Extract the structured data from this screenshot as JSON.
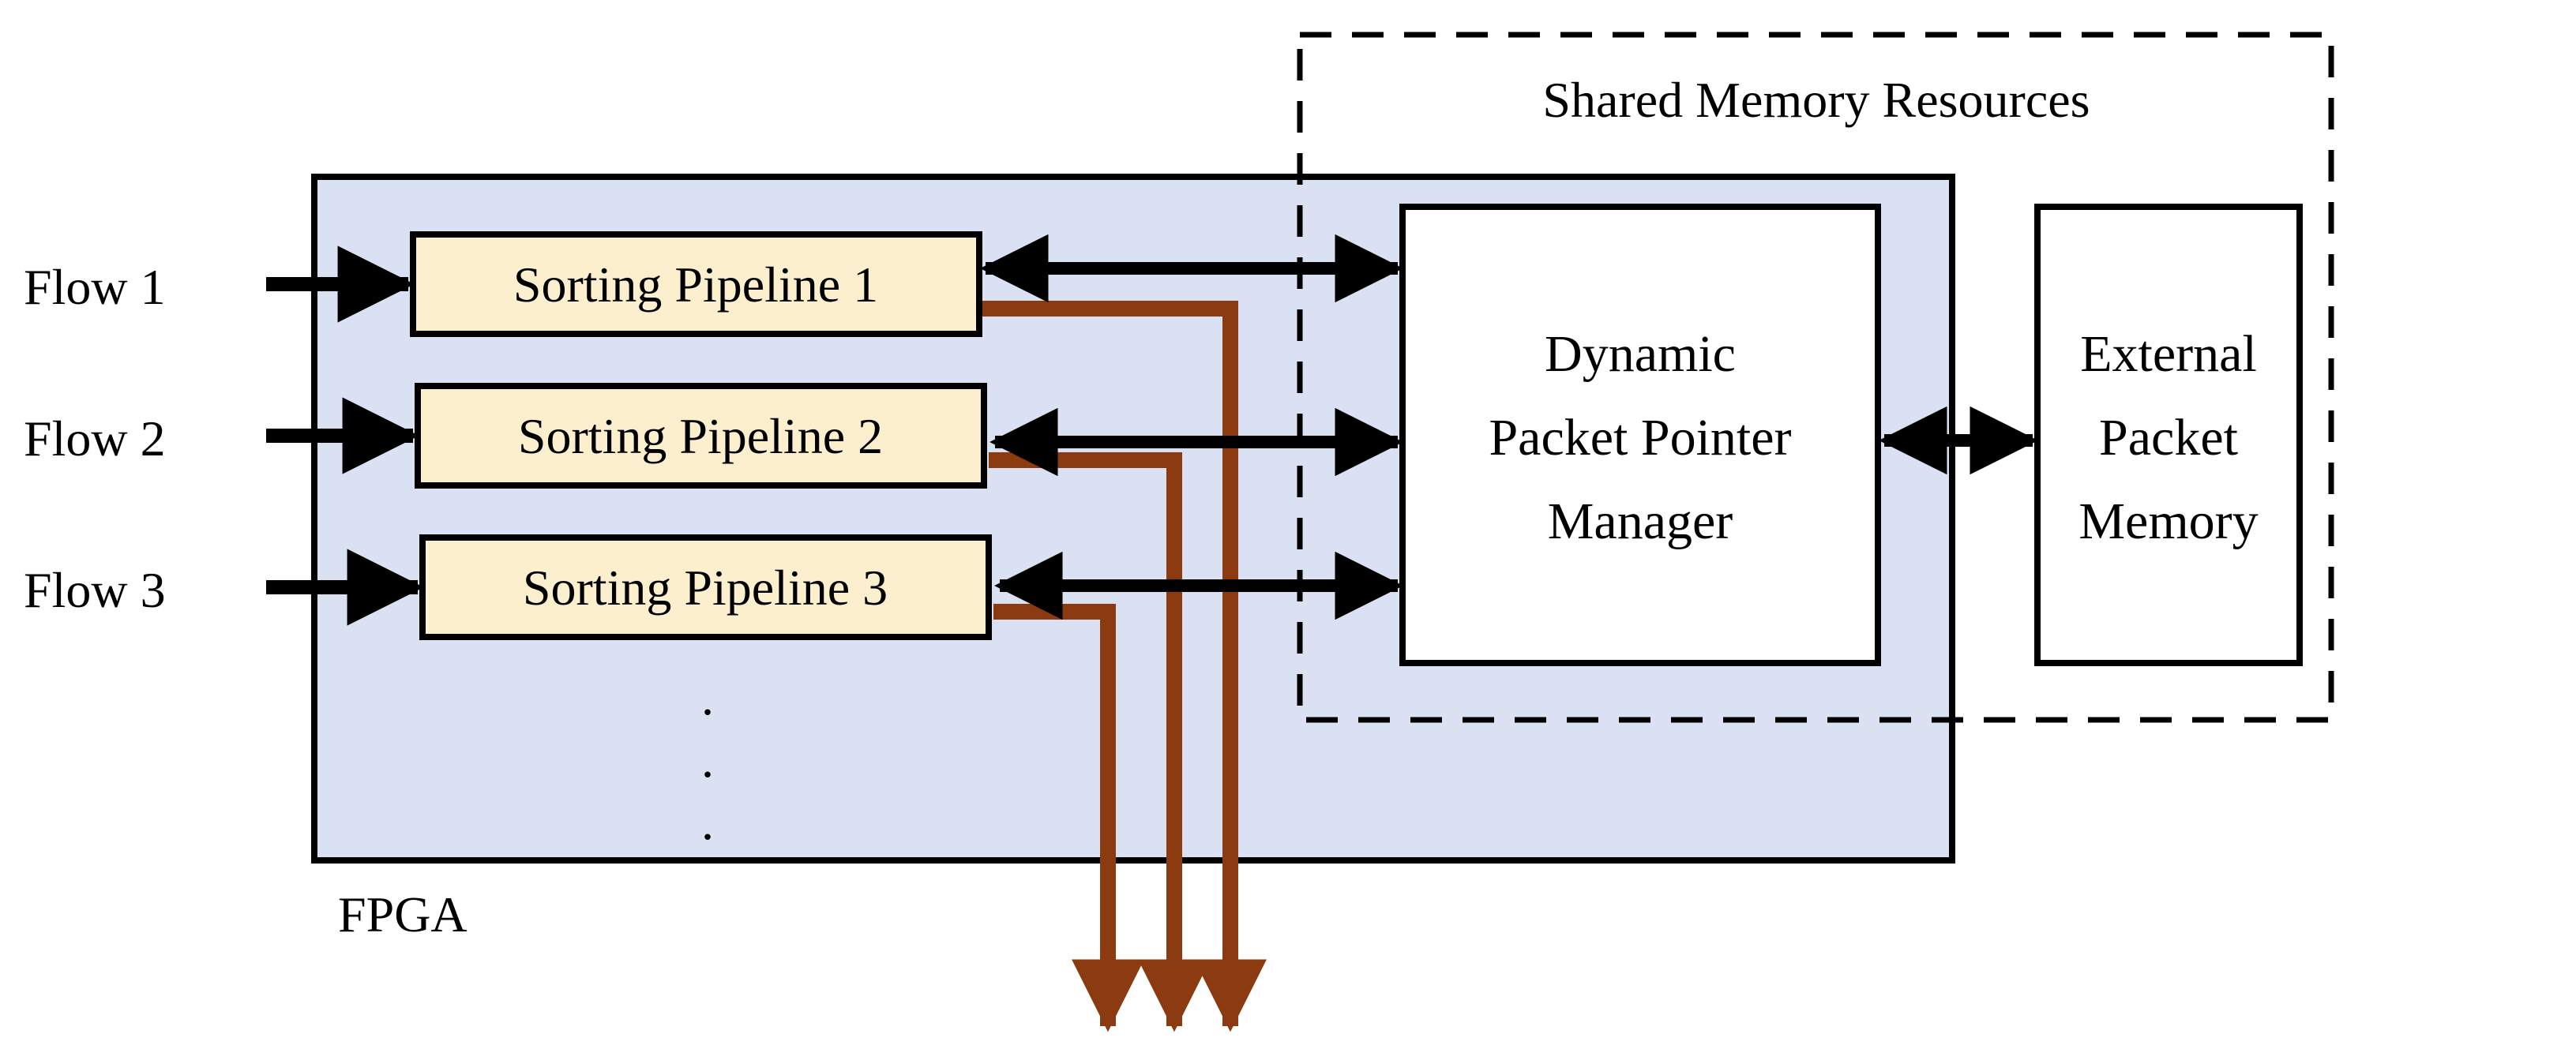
{
  "figure": {
    "title": "FPGA packet sorting architecture with shared memory resources",
    "type": "block-diagram"
  },
  "colors": {
    "fpga_fill": "#D9E1F2",
    "pipeline_fill": "#FCEFCD",
    "memory_fill": "#FFFFFF",
    "outline": "#000000",
    "output_arrow": "#8C3A10",
    "background": "#FFFFFF"
  },
  "regions": {
    "shared_memory": {
      "label": "Shared Memory Resources",
      "border_style": "dashed"
    },
    "fpga": {
      "label": "FPGA",
      "border_style": "solid"
    }
  },
  "flows": [
    {
      "label": "Flow 1"
    },
    {
      "label": "Flow 2"
    },
    {
      "label": "Flow 3"
    }
  ],
  "pipelines": [
    {
      "label": "Sorting Pipeline 1"
    },
    {
      "label": "Sorting Pipeline 2"
    },
    {
      "label": "Sorting Pipeline 3"
    }
  ],
  "ellipsis": {
    "glyph": ".",
    "count": 3,
    "orientation": "vertical"
  },
  "memory_blocks": [
    {
      "name": "dynamic-packet-pointer-manager",
      "lines": [
        "Dynamic",
        "Packet Pointer",
        "Manager"
      ]
    },
    {
      "name": "external-packet-memory",
      "lines": [
        "External",
        "Packet",
        "Memory"
      ]
    }
  ],
  "connections": [
    {
      "name": "flow-1-to-pipeline-1",
      "style": "solid-black",
      "heads": "single"
    },
    {
      "name": "flow-2-to-pipeline-2",
      "style": "solid-black",
      "heads": "single"
    },
    {
      "name": "flow-3-to-pipeline-3",
      "style": "solid-black",
      "heads": "single"
    },
    {
      "name": "pipeline-1-to-dppm",
      "style": "solid-black",
      "heads": "double"
    },
    {
      "name": "pipeline-2-to-dppm",
      "style": "solid-black",
      "heads": "double"
    },
    {
      "name": "pipeline-3-to-dppm",
      "style": "solid-black",
      "heads": "double"
    },
    {
      "name": "dppm-to-external-packet-memory",
      "style": "solid-black",
      "heads": "double"
    },
    {
      "name": "pipeline-1-output",
      "style": "solid-brown",
      "heads": "single"
    },
    {
      "name": "pipeline-2-output",
      "style": "solid-brown",
      "heads": "single"
    },
    {
      "name": "pipeline-3-output",
      "style": "solid-brown",
      "heads": "single"
    }
  ]
}
